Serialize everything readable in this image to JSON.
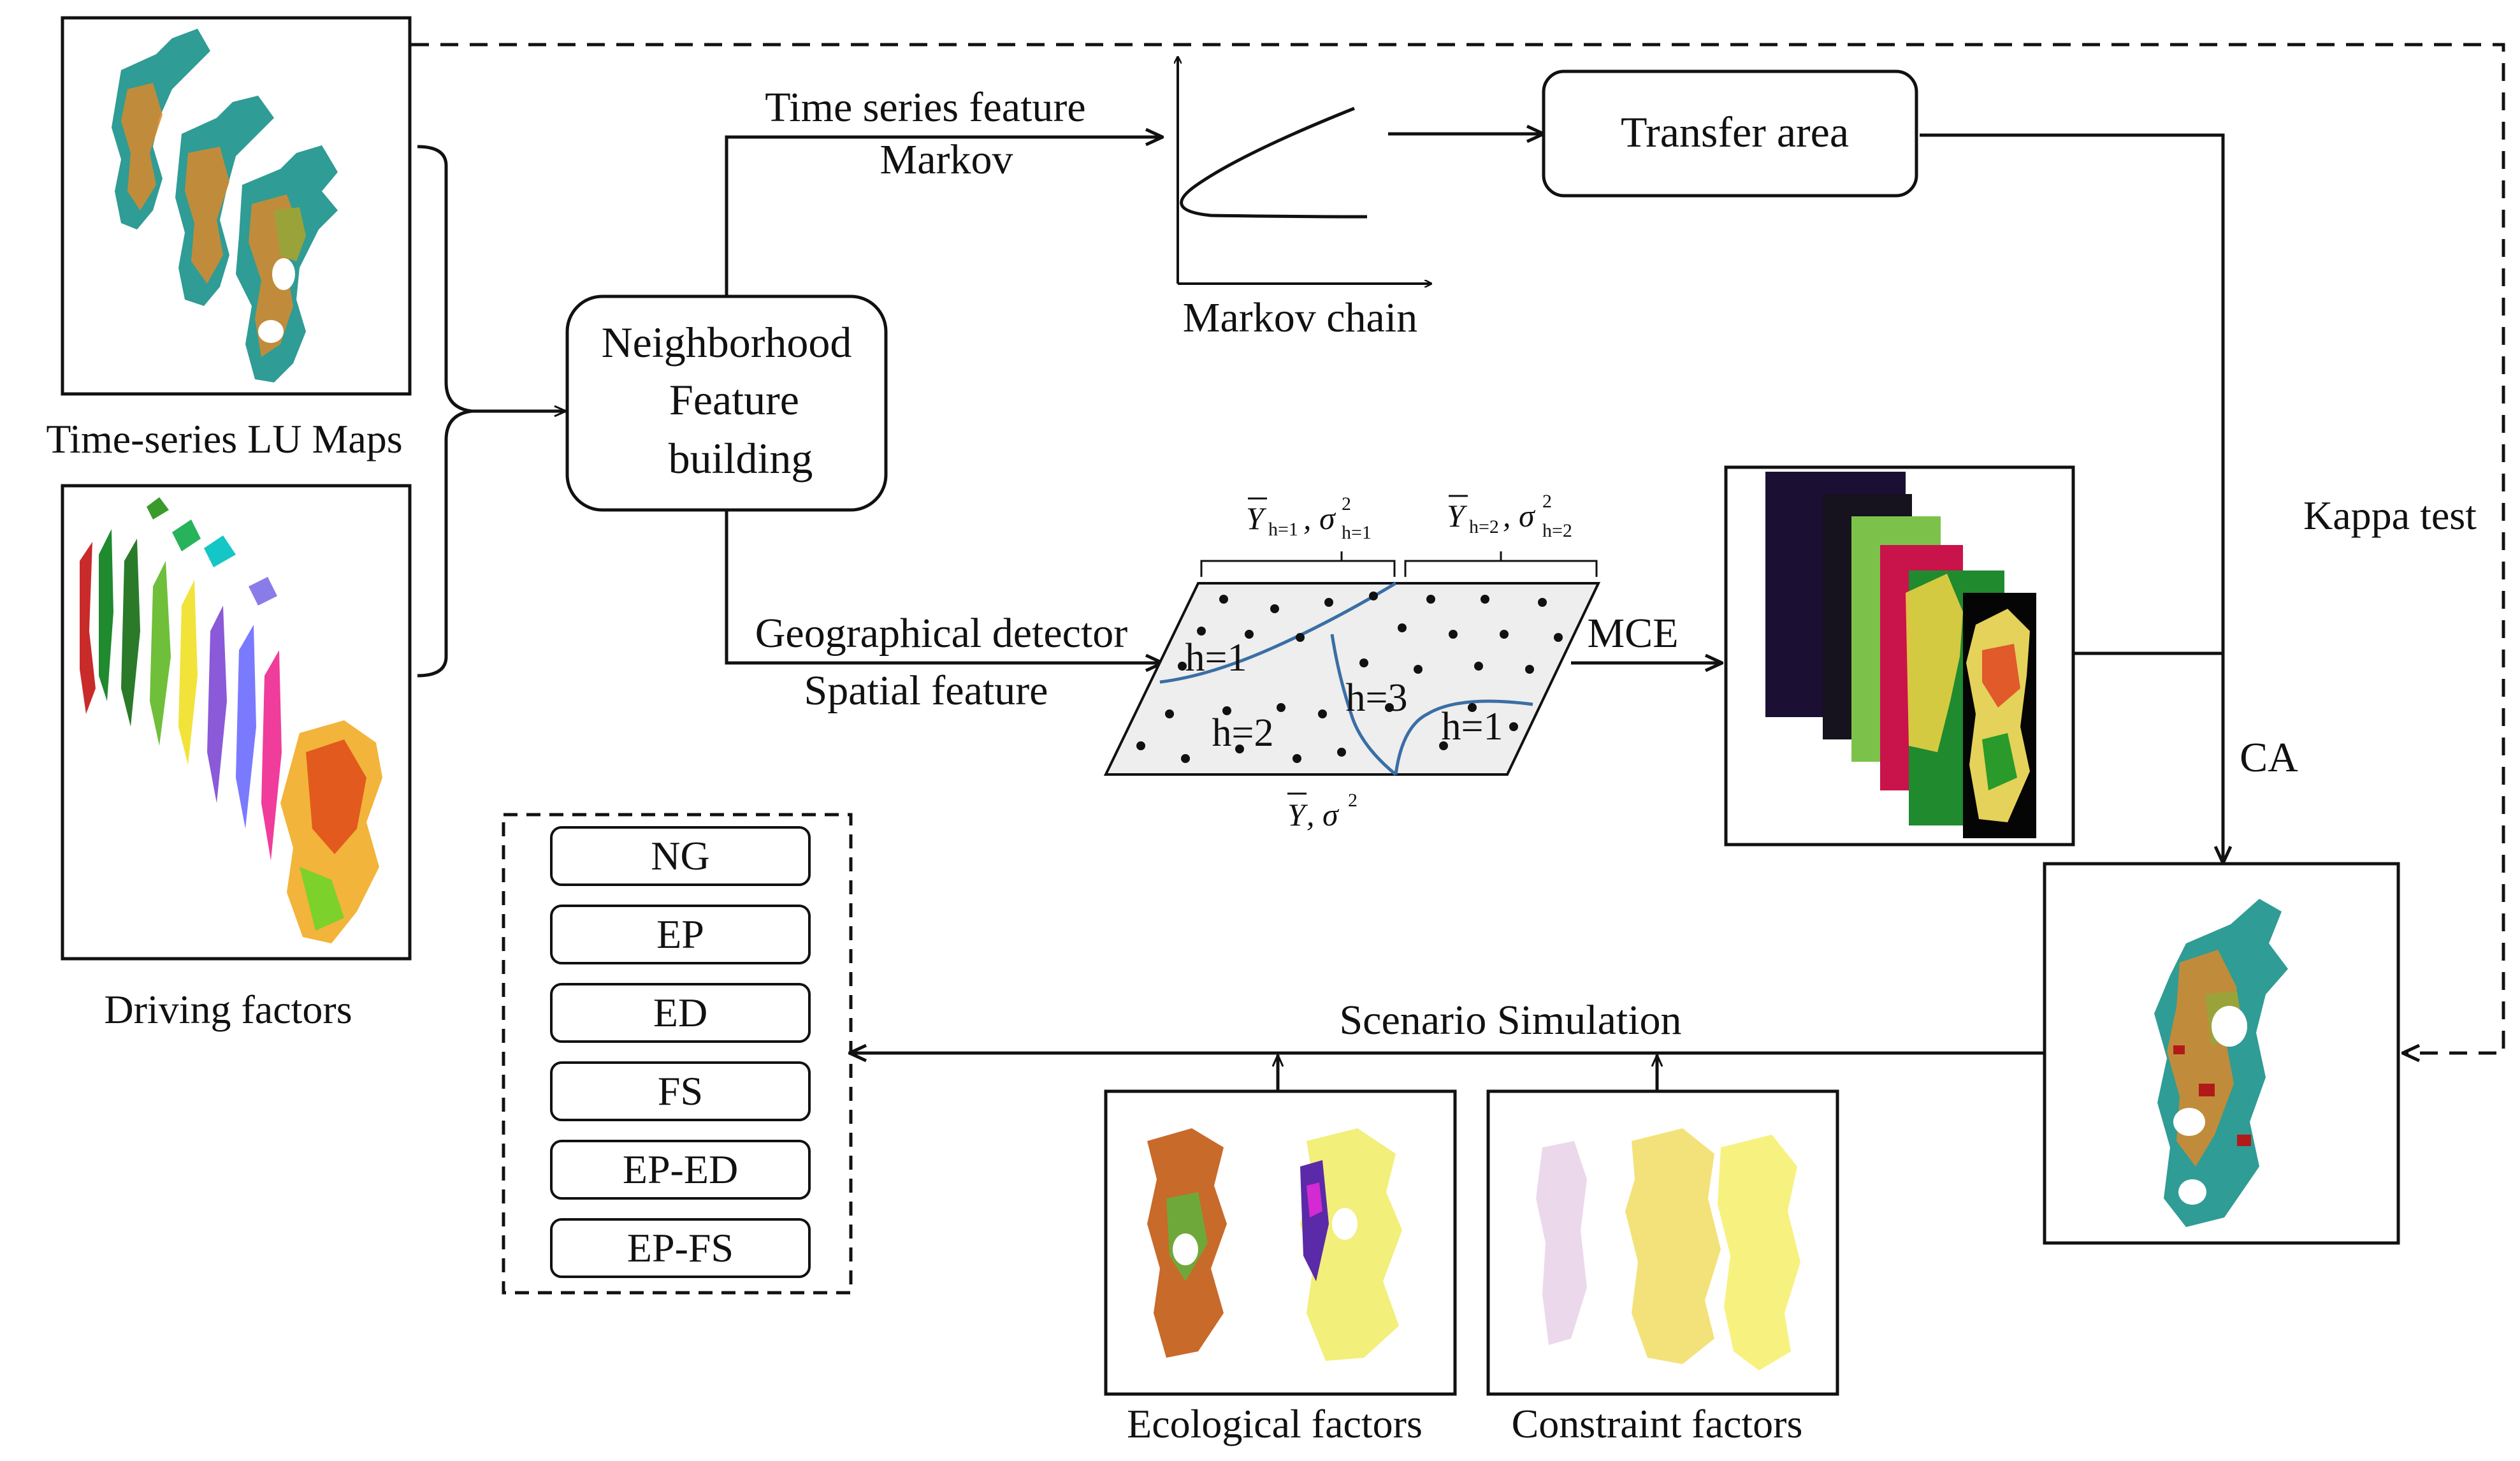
{
  "labels": {
    "time_series_maps": "Time-series LU Maps",
    "driving_factors": "Driving factors",
    "neighborhood_line1": "Neighborhood",
    "neighborhood_line2": "Feature",
    "neighborhood_line3": "building",
    "time_series_feature": "Time series feature",
    "markov": "Markov",
    "markov_chain": "Markov chain",
    "transfer_area": "Transfer area",
    "geo_detector": "Geographical detector",
    "spatial_feature": "Spatial feature",
    "mce": "MCE",
    "kappa_test": "Kappa test",
    "ca": "CA",
    "scenario_simulation": "Scenario Simulation",
    "ecological_factors": "Ecological factors",
    "constraint_factors": "Constraint factors"
  },
  "strata": {
    "h1a": "h=1",
    "h2": "h=2",
    "h3": "h=3",
    "h1b": "h=1",
    "top_left_Y": "Y",
    "top_left_sub": "h=1",
    "top_left_sigma": ", σ",
    "top_left_sup": "2",
    "top_left_sigsub": "h=1",
    "top_right_Y": "Y",
    "top_right_sub": "h=2",
    "top_right_sigma": ", σ",
    "top_right_sup": "2",
    "top_right_sigsub": "h=2",
    "bottom_Y": "Y",
    "bottom_sigma": ", σ",
    "bottom_sup": "2"
  },
  "scenarios": [
    "NG",
    "EP",
    "ED",
    "FS",
    "EP-ED",
    "EP-FS"
  ],
  "colors": {
    "line": "#111111",
    "river": "#3a6ea5",
    "plane_fill": "#eeeeee",
    "lu_teal": "#2f9c95",
    "lu_orange": "#d98a2b",
    "lu_olive": "#9aa33a"
  }
}
